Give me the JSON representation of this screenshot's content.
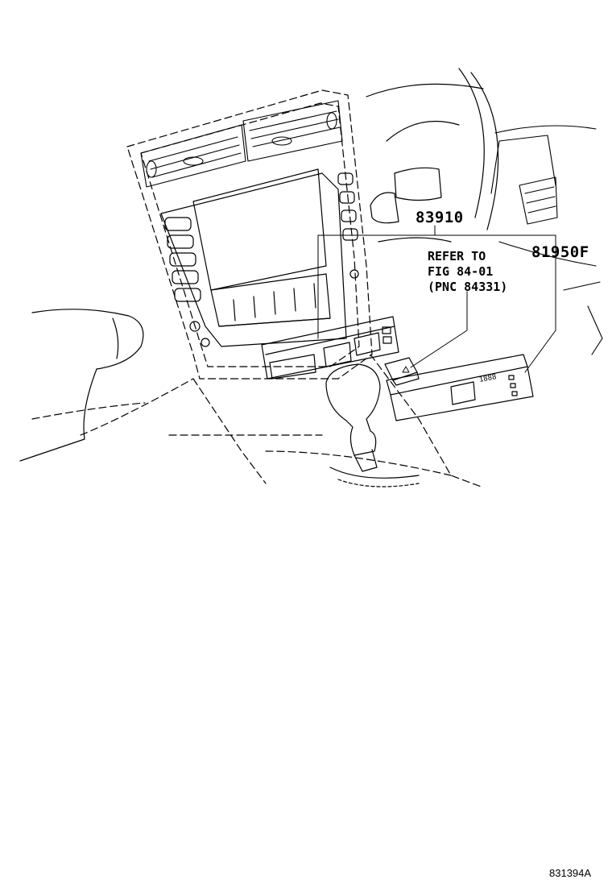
{
  "diagram": {
    "part_labels": {
      "p1": "83910",
      "p2": "81950F"
    },
    "reference_note": {
      "line1": "REFER TO",
      "line2": "FIG 84-01",
      "line3": "(PNC 84331)"
    },
    "display_digits": "1888",
    "figure_id": "831394A"
  }
}
